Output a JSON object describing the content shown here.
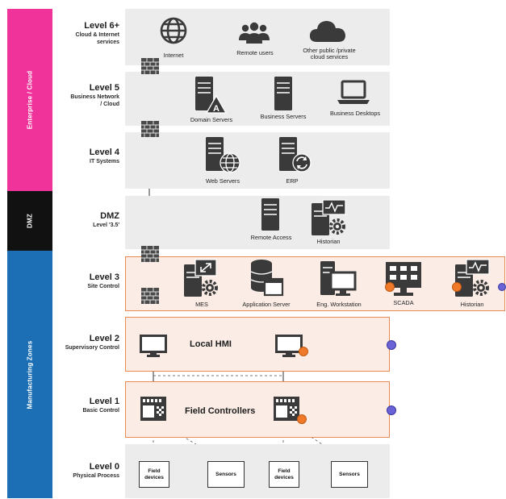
{
  "zones": {
    "enterprise": {
      "label": "Enterprise / Cloud",
      "color": "#f0339a"
    },
    "dmz": {
      "label": "DMZ",
      "color": "#111111"
    },
    "manufacturing": {
      "label": "Manufacturing Zones",
      "color": "#1c6fb5"
    }
  },
  "levels": {
    "l6": {
      "title": "Level 6+",
      "subtitle": "Cloud & Internet\nservices"
    },
    "l5": {
      "title": "Level 5",
      "subtitle": "Business Network\n/ Cloud"
    },
    "l4": {
      "title": "Level 4",
      "subtitle": "IT Systems"
    },
    "dmz": {
      "title": "DMZ",
      "subtitle": "Level '3.5'"
    },
    "l3": {
      "title": "Level 3",
      "subtitle": "Site Control"
    },
    "l2": {
      "title": "Level 2",
      "subtitle": "Supervisory Control"
    },
    "l1": {
      "title": "Level 1",
      "subtitle": "Basic Control"
    },
    "l0": {
      "title": "Level 0",
      "subtitle": "Physical Process"
    }
  },
  "nodes": {
    "internet": "Internet",
    "remote_users": "Remote users",
    "cloud_services": "Other public /private\ncloud services",
    "domain_servers": "Domain Servers",
    "business_servers": "Business Servers",
    "business_desktops": "Business Desktops",
    "web_servers": "Web Servers",
    "erp": "ERP",
    "remote_access": "Remote Access",
    "historian_dmz": "Historian",
    "mes": "MES",
    "application_server": "Application Server",
    "eng_workstation": "Eng. Workstation",
    "scada": "SCADA",
    "historian_l3": "Historian",
    "local_hmi": "Local HMI",
    "field_controllers": "Field Controllers",
    "field_devices_1": "Field\ndevices",
    "sensors_1": "Sensors",
    "field_devices_2": "Field\ndevices",
    "sensors_2": "Sensors"
  },
  "colors": {
    "band": "#ececec",
    "highlight_band": "#fbede6",
    "highlight_border": "#ec8a52",
    "orange_marker": "#f07a2a",
    "purple_marker": "#6a63d8",
    "firewall": "#4a4a4a"
  }
}
